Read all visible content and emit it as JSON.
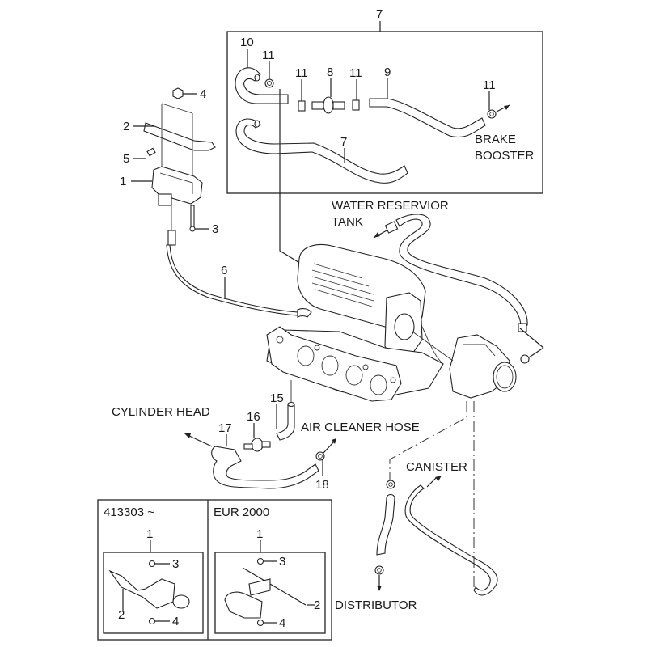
{
  "diagram": {
    "title": "Vacuum hose and sensor assembly",
    "labels": {
      "water_reservoir_line1": "WATER RESERVIOR",
      "water_reservoir_line2": "TANK",
      "brake_booster_line1": "BRAKE",
      "brake_booster_line2": "BOOSTER",
      "cylinder_head": "CYLINDER HEAD",
      "air_cleaner_hose": "AIR CLEANER HOSE",
      "canister": "CANISTER",
      "distributor": "DISTRIBUTOR"
    },
    "callouts": {
      "top_box": "7",
      "hose_10": "10",
      "clamp_11_a": "11",
      "clamp_11_b": "11",
      "valve_8": "8",
      "clamp_11_c": "11",
      "hose_9": "9",
      "clamp_11_d": "11",
      "hose_7": "7",
      "nut_4": "4",
      "bracket_2": "2",
      "bolt_5": "5",
      "sensor_1": "1",
      "bolt_3": "3",
      "hose_6": "6",
      "hose_15": "15",
      "valve_16": "16",
      "hose_17": "17",
      "clamp_18": "18"
    },
    "variants": [
      {
        "title": "413303 ~",
        "callouts": {
          "sensor": "1",
          "bolt": "3",
          "bracket": "2",
          "nut": "4"
        }
      },
      {
        "title": "EUR 2000",
        "callouts": {
          "sensor": "1",
          "bolt": "3",
          "bracket": "2",
          "nut": "4"
        }
      }
    ]
  }
}
